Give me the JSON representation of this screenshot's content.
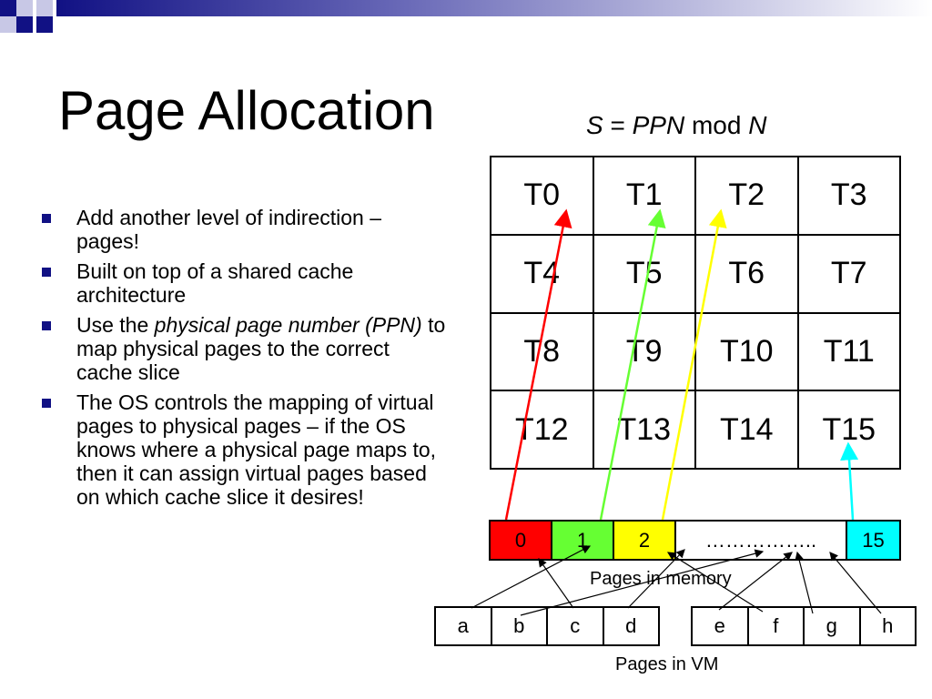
{
  "title": "Page Allocation",
  "formula": {
    "s": "S",
    "eq": " = ",
    "ppn": "PPN",
    "mod": " mod ",
    "n": "N"
  },
  "bullets": [
    {
      "text": "Add another level of indirection – pages!"
    },
    {
      "text": "Built on top of a shared cache architecture"
    },
    {
      "before": "Use the ",
      "em": "physical page number (PPN)",
      "after": " to map physical pages to the correct cache slice"
    },
    {
      "text": "The OS controls the mapping of virtual pages to physical pages – if the OS knows where a physical page maps to, then it can assign virtual pages based on which cache slice it desires!"
    }
  ],
  "tiles": [
    [
      "T0",
      "T1",
      "T2",
      "T3"
    ],
    [
      "T4",
      "T5",
      "T6",
      "T7"
    ],
    [
      "T8",
      "T9",
      "T10",
      "T11"
    ],
    [
      "T12",
      "T13",
      "T14",
      "T15"
    ]
  ],
  "memory_pages": [
    {
      "label": "0",
      "color": "#ff0000"
    },
    {
      "label": "1",
      "color": "#66ff33"
    },
    {
      "label": "2",
      "color": "#ffff00"
    },
    {
      "label": "……………..",
      "color": "#ffffff"
    },
    {
      "label": "15",
      "color": "#00ffff"
    }
  ],
  "memory_caption": "Pages in memory",
  "vm_group1": [
    "a",
    "b",
    "c",
    "d"
  ],
  "vm_group2": [
    "e",
    "f",
    "g",
    "h"
  ],
  "vm_caption": "Pages in VM",
  "colors": {
    "bullet": "#111184",
    "arrow_page0": "#ff0000",
    "arrow_page1": "#66ff33",
    "arrow_page2": "#ffff00",
    "arrow_page15": "#00ffff",
    "decor_dark": "#111184",
    "decor_light": "#c8c8e6"
  }
}
